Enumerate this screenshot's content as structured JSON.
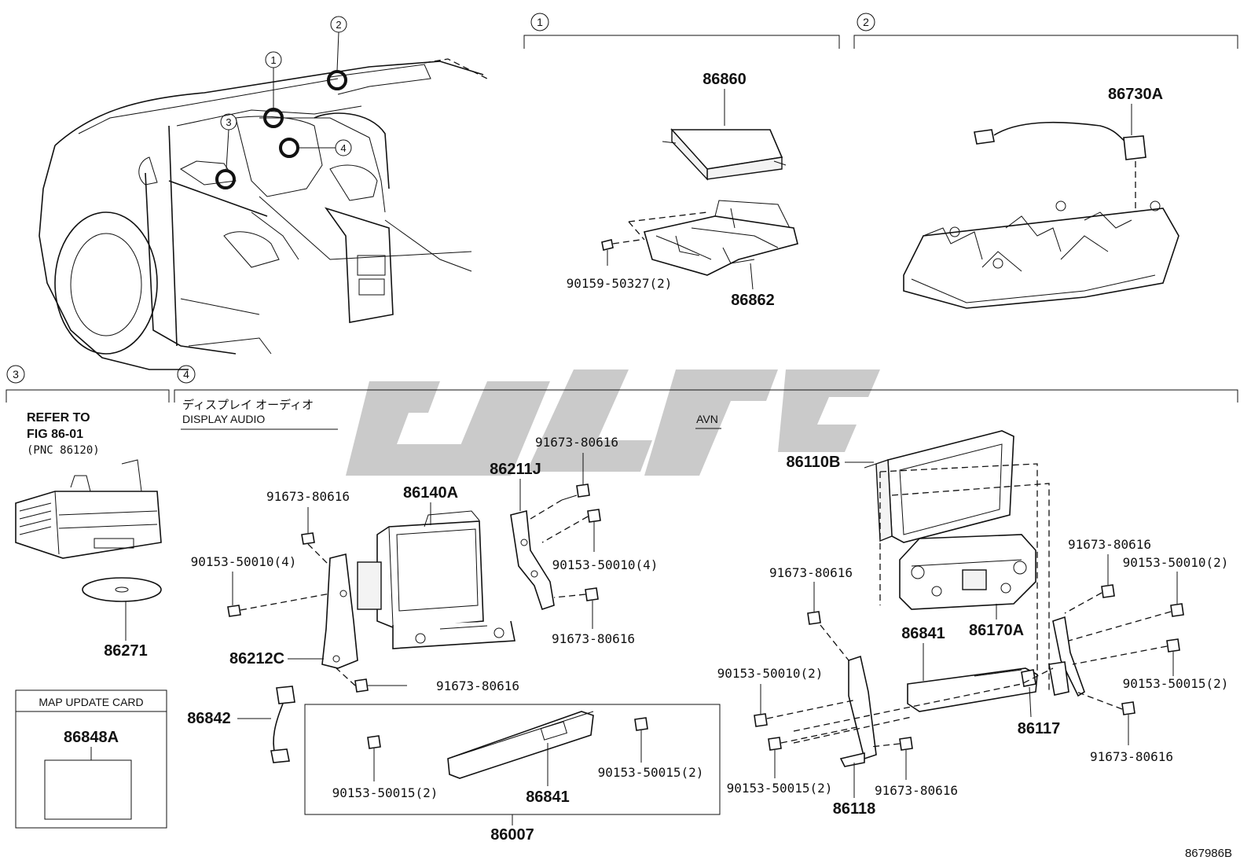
{
  "sections": {
    "s1_number": "1",
    "s2_number": "2",
    "s3_number": "3",
    "s4_number": "4"
  },
  "overview": {
    "callout_1": "1",
    "callout_2": "2",
    "callout_3": "3",
    "callout_4": "4"
  },
  "s1": {
    "part_86860": "86860",
    "part_86862": "86862",
    "bolt_90159": "90159-50327(2)"
  },
  "s2": {
    "part_86730A": "86730A"
  },
  "s3": {
    "refer_line1": "REFER TO",
    "refer_line2": "FIG 86-01",
    "refer_line3": "(PNC 86120)",
    "part_86271": "86271",
    "map_card_title": "MAP UPDATE CARD",
    "part_86848A": "86848A"
  },
  "s4": {
    "jp_title": "ディスプレイ オーディオ",
    "display_audio": "DISPLAY AUDIO",
    "avn": "AVN",
    "part_86140A": "86140A",
    "part_86211J": "86211J",
    "part_86212C": "86212C",
    "part_86842": "86842",
    "part_86841_a": "86841",
    "part_86007": "86007",
    "bolt_a1": "91673-80616",
    "bolt_a2": "91673-80616",
    "bolt_a3": "91673-80616",
    "bolt_a4": "91673-80616",
    "screw_a1": "90153-50010(4)",
    "screw_a2": "90153-50010(4)",
    "screw_box1": "90153-50015(2)",
    "screw_box2": "90153-50015(2)",
    "part_86110B": "86110B",
    "part_86170A": "86170A",
    "part_86841_b": "86841",
    "part_86117": "86117",
    "part_86118": "86118",
    "bolt_b1": "91673-80616",
    "bolt_b2": "91673-80616",
    "bolt_b3": "91673-80616",
    "bolt_b4": "91673-80616",
    "screw_b1": "90153-50010(2)",
    "screw_b2": "90153-50010(2)",
    "screw_b3": "90153-50015(2)",
    "screw_b4": "90153-50015(2)"
  },
  "diagram_id": "867986B"
}
